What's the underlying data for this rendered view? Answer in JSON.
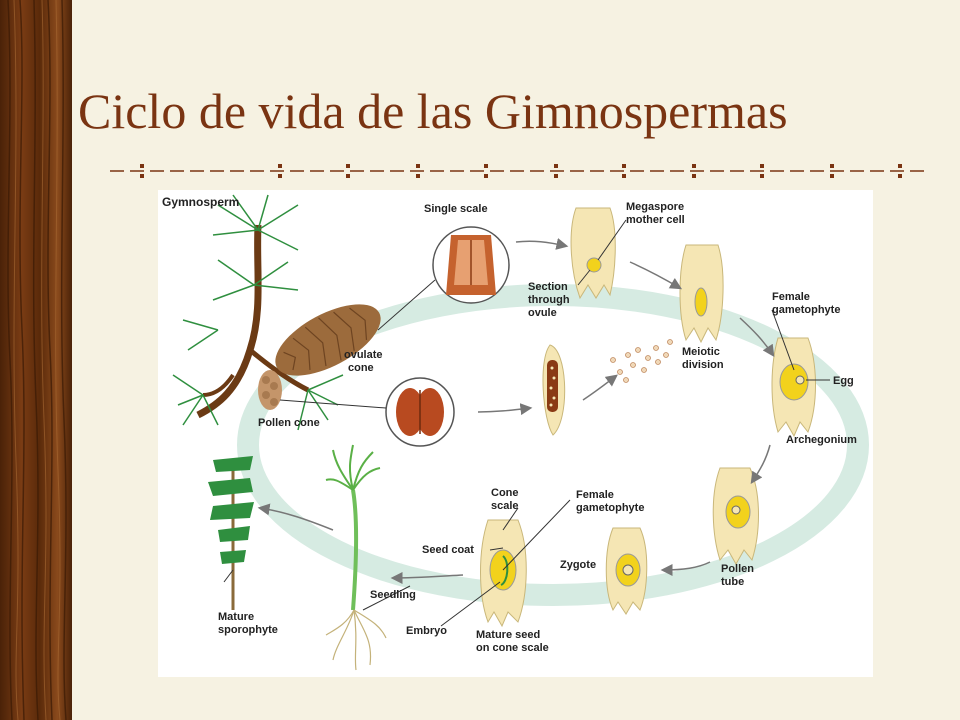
{
  "slide": {
    "title": "Ciclo de vida de las Gimnospermas"
  },
  "colors": {
    "background": "#f6f2e2",
    "title": "#7a3412",
    "wood_dark": "#4a2208",
    "wood_light": "#8a4a1c",
    "cycle_ring": "#d6ebe2",
    "cell_fill": "#f5e6b4",
    "yellow": "#f2d21c",
    "needles": "#2f8f3f",
    "cone": "#9c6b3c"
  },
  "diagram": {
    "title": "Gymnosperm",
    "labels": {
      "single_scale": "Single scale",
      "megaspore": [
        "Megaspore",
        "mother cell"
      ],
      "section": [
        "Section",
        "through",
        "ovule"
      ],
      "female_gametophyte_top": [
        "Female",
        "gametophyte"
      ],
      "ovulate_cone": [
        "ovulate",
        "cone"
      ],
      "meiotic_division": [
        "Meiotic",
        "division"
      ],
      "egg": "Egg",
      "pollen_cone": "Pollen cone",
      "archegonium": "Archegonium",
      "cone_scale": [
        "Cone",
        "scale"
      ],
      "female_gametophyte_bottom": [
        "Female",
        "gametophyte"
      ],
      "seed_coat": "Seed coat",
      "zygote": "Zygote",
      "pollen_tube": [
        "Pollen",
        "tube"
      ],
      "seedling": "Seedling",
      "mature_sporophyte": [
        "Mature",
        "sporophyte"
      ],
      "embryo": "Embryo",
      "mature_seed": [
        "Mature seed",
        "on cone scale"
      ]
    }
  }
}
